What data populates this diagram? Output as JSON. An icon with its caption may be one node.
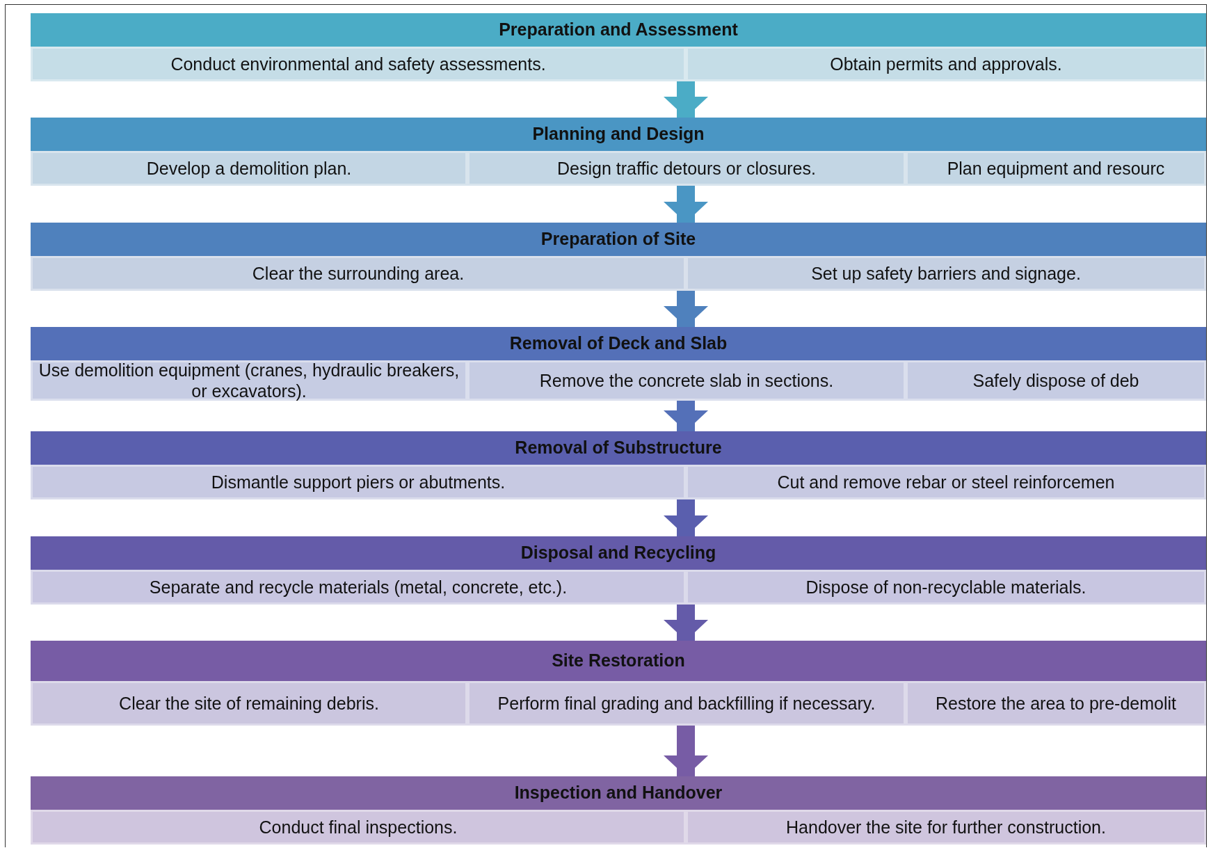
{
  "diagram": {
    "nodes": [
      {
        "text": [
          "Preparation and Assessment"
        ]
      },
      {
        "text": [
          "Conduct environmental and safety assessments."
        ],
        "in": 0
      },
      {
        "text": [
          "Obtain permits and approvals."
        ],
        "in": 0
      },
      {
        "text": [
          "Planning and Design"
        ]
      },
      {
        "text": [
          "Develop a demolition plan."
        ],
        "in": 3
      },
      {
        "text": [
          "Design traffic detours or closures."
        ],
        "in": 3
      },
      {
        "text": [
          "Plan equipment and resourc"
        ],
        "in": 3
      },
      {
        "text": [
          "Preparation of Site"
        ]
      },
      {
        "text": [
          "Clear the surrounding area."
        ],
        "in": 7
      },
      {
        "text": [
          "Set up safety barriers and signage."
        ],
        "in": 7
      },
      {
        "text": [
          "Removal of Deck and Slab"
        ]
      },
      {
        "text": [
          "Use demolition equipment (cranes, hydraulic breakers, or excavators)."
        ],
        "in": 10
      },
      {
        "text": [
          "Remove the concrete slab in sections."
        ],
        "in": 10
      },
      {
        "text": [
          "Safely dispose of deb"
        ],
        "in": 10
      },
      {
        "text": [
          "Removal of Substructure"
        ]
      },
      {
        "text": [
          "Dismantle support piers or abutments."
        ],
        "in": 14
      },
      {
        "text": [
          "Cut and remove rebar or steel reinforcemen"
        ],
        "in": 14
      },
      {
        "text": [
          "Disposal and Recycling"
        ]
      },
      {
        "text": [
          "Separate and recycle materials (metal, concrete, etc.)."
        ],
        "in": 17
      },
      {
        "text": [
          "Dispose of non-recyclable materials."
        ],
        "in": 17
      },
      {
        "text": [
          "Site Restoration"
        ]
      },
      {
        "text": [
          "Clear the site of remaining debris."
        ],
        "in": 20
      },
      {
        "text": [
          "Perform final grading and backfilling if necessary."
        ],
        "in": 20
      },
      {
        "text": [
          "Restore the area to pre-demolit"
        ],
        "in": 20
      },
      {
        "text": [
          "Inspection and Handover"
        ]
      },
      {
        "text": [
          "Conduct final inspections."
        ],
        "in": 24
      },
      {
        "text": [
          "Handover the site for further construction."
        ],
        "in": 24
      }
    ],
    "edges": [
      {
        "from": 0,
        "to": 3,
        "arrow": "to"
      },
      {
        "from": 3,
        "to": 7,
        "arrow": "to"
      },
      {
        "from": 7,
        "to": 10,
        "arrow": "to"
      },
      {
        "from": 10,
        "to": 14,
        "arrow": "to"
      },
      {
        "from": 14,
        "to": 17,
        "arrow": "to"
      },
      {
        "from": 17,
        "to": 20,
        "arrow": "to"
      },
      {
        "from": 20,
        "to": 24,
        "arrow": "to"
      }
    ]
  }
}
